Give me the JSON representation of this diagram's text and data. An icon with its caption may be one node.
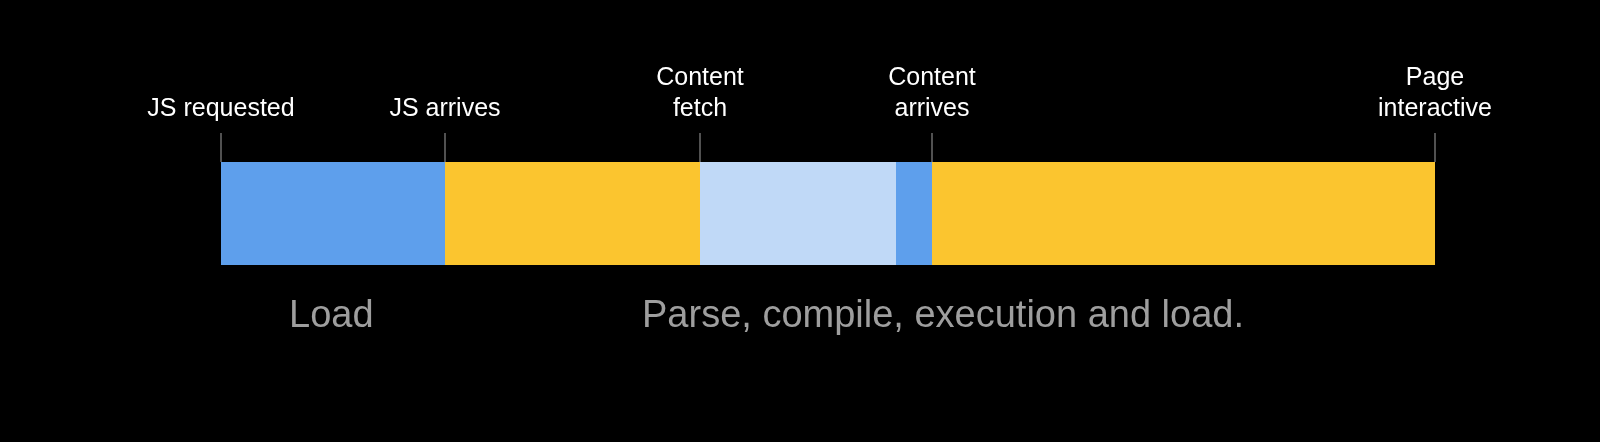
{
  "diagram": {
    "nodes": [
      {
        "text": [
          "JS requested"
        ]
      },
      {
        "text": [
          "JS arrives"
        ]
      },
      {
        "text": [
          "Content fetch"
        ]
      },
      {
        "text": [
          "Content arrives"
        ]
      },
      {
        "text": [
          "Page interactive"
        ]
      },
      {
        "text": [],
        "shape": "bar"
      },
      {
        "text": [],
        "shape": "bar"
      },
      {
        "text": [],
        "shape": "bar"
      },
      {
        "text": [],
        "shape": "bar"
      },
      {
        "text": [],
        "shape": "bar"
      }
    ],
    "edges": [
      {
        "from": 0,
        "to": 5,
        "arrow": "none"
      },
      {
        "from": 1,
        "to": 6,
        "arrow": "none"
      },
      {
        "from": 2,
        "to": 7,
        "arrow": "none"
      },
      {
        "from": 3,
        "to": 9,
        "arrow": "none"
      },
      {
        "from": 4,
        "to": 9,
        "arrow": "none"
      }
    ],
    "labels": [
      "Load",
      "Parse, compile, execution and load."
    ]
  }
}
